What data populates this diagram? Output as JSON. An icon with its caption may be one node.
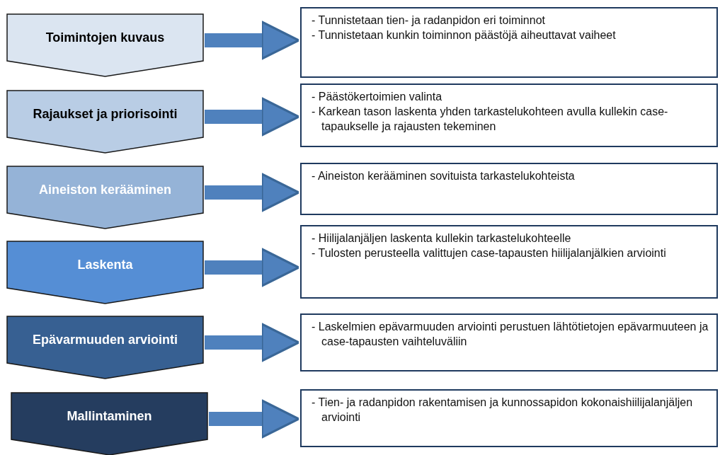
{
  "diagram": {
    "nodes": [
      {
        "text": [
          "Toimintojen kuvaus"
        ]
      },
      {
        "text": [
          "- Tunnistetaan tien- ja radanpidon eri toiminnot",
          "- Tunnistetaan kunkin toiminnon päästöjä aiheuttavat vaiheet"
        ]
      },
      {
        "text": [
          "Rajaukset ja priorisointi"
        ]
      },
      {
        "text": [
          "- Päästökertoimien valinta",
          "- Karkean tason laskenta yhden tarkastelukohteen avulla kullekin case-tapaukselle ja rajausten tekeminen"
        ]
      },
      {
        "text": [
          "Aineiston kerääminen"
        ]
      },
      {
        "text": [
          "- Aineiston kerääminen sovituista tarkastelukohteista"
        ]
      },
      {
        "text": [
          "Laskenta"
        ]
      },
      {
        "text": [
          "- Hiilijalanjäljen laskenta kullekin tarkastelukohteelle",
          "- Tulosten perusteella valittujen case-tapausten hiilijalanjälkien arviointi"
        ]
      },
      {
        "text": [
          "Epävarmuuden arviointi"
        ]
      },
      {
        "text": [
          "- Laskelmien epävarmuuden arviointi perustuen lähtötietojen epävarmuuteen ja case-tapausten vaihteluväliin"
        ]
      },
      {
        "text": [
          "Mallintaminen"
        ]
      },
      {
        "text": [
          "- Tien- ja radanpidon rakentamisen ja kunnossapidon kokonaishiilijalanjäljen arviointi"
        ]
      }
    ],
    "edges": [
      {
        "from": 0,
        "to": 1,
        "arrow": "to"
      },
      {
        "from": 2,
        "to": 3,
        "arrow": "to"
      },
      {
        "from": 4,
        "to": 5,
        "arrow": "to"
      },
      {
        "from": 6,
        "to": 7,
        "arrow": "to"
      },
      {
        "from": 8,
        "to": 9,
        "arrow": "to"
      },
      {
        "from": 10,
        "to": 11,
        "arrow": "to"
      }
    ]
  }
}
